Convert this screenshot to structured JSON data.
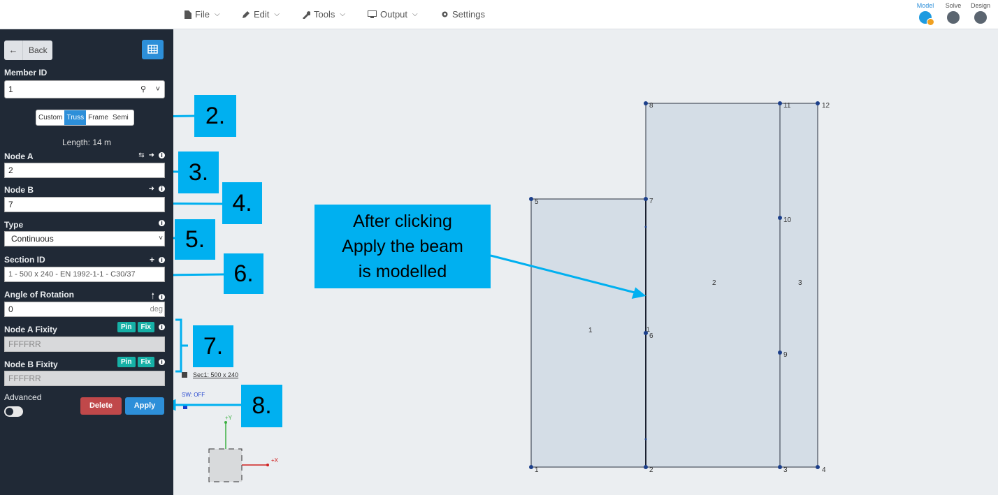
{
  "menu": {
    "file": "File",
    "edit": "Edit",
    "tools": "Tools",
    "output": "Output",
    "settings": "Settings"
  },
  "modes": [
    {
      "label": "Model",
      "active": true
    },
    {
      "label": "Solve",
      "active": false
    },
    {
      "label": "Design",
      "active": false
    }
  ],
  "panel": {
    "back_label": "Back",
    "member_id_label": "Member ID",
    "member_id_value": "1",
    "segments": [
      "Custom",
      "Truss",
      "Frame",
      "Semi"
    ],
    "active_segment": "Truss",
    "length_text": "Length: 14 m",
    "node_a_label": "Node A",
    "node_a_value": "2",
    "node_b_label": "Node B",
    "node_b_value": "7",
    "type_label": "Type",
    "type_value": "Continuous",
    "section_label": "Section ID",
    "section_value": "1 - 500 x 240 - EN 1992-1-1 - C30/37",
    "angle_label": "Angle of Rotation",
    "angle_value": "0",
    "angle_unit": "deg",
    "node_a_fixity_label": "Node A Fixity",
    "node_a_fixity_value": "FFFFRR",
    "node_b_fixity_label": "Node B Fixity",
    "node_b_fixity_value": "FFFFRR",
    "pin_label": "Pin",
    "fix_label": "Fix",
    "advanced_label": "Advanced",
    "delete_label": "Delete",
    "apply_label": "Apply"
  },
  "canvas": {
    "legend_section": "Sec1: 500 x 240",
    "sw_status": "SW: OFF",
    "axis_y": "+Y",
    "axis_x": "+X",
    "node_labels": [
      "1",
      "2",
      "3",
      "4",
      "5",
      "6",
      "7",
      "8",
      "9",
      "10",
      "11",
      "12"
    ],
    "plate_labels": [
      "1",
      "2",
      "3"
    ],
    "member_label": "1"
  },
  "callouts": {
    "c2": "2.",
    "c3": "3.",
    "c4": "4.",
    "c5": "5.",
    "c6": "6.",
    "c7": "7.",
    "c8": "8.",
    "note_line1": "After clicking",
    "note_line2": "Apply the beam",
    "note_line3": "is modelled"
  },
  "colors": {
    "sidebar_bg": "#202936",
    "accent": "#2d8fd9",
    "callout": "#00b0f0",
    "delete": "#c0484a",
    "fixity_button": "#16b0a6"
  }
}
